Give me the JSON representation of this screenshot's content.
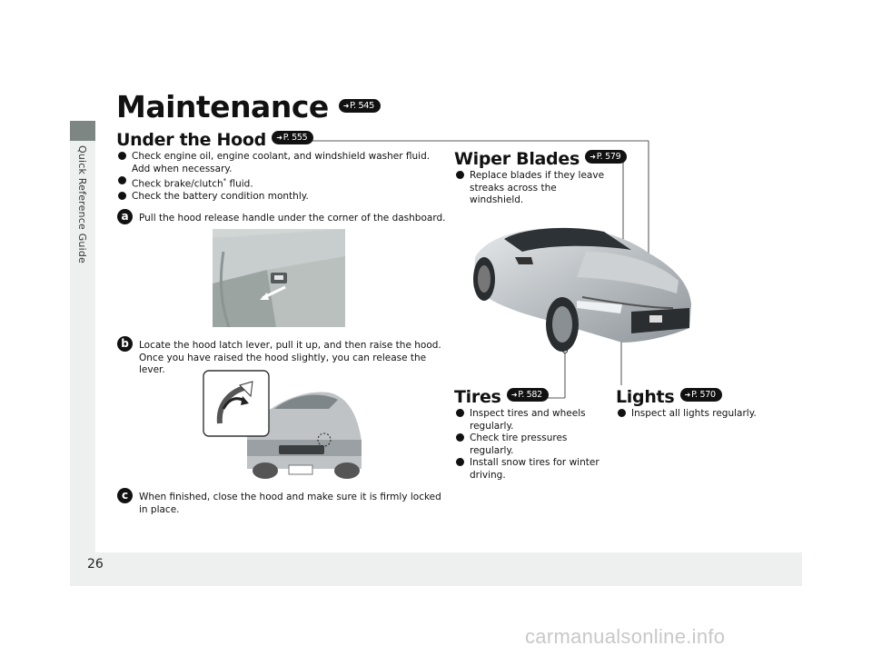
{
  "sidebar": {
    "label": "Quick Reference Guide"
  },
  "page_number": "26",
  "title": {
    "text": "Maintenance",
    "ref": "P. 545"
  },
  "under_hood": {
    "title": "Under the Hood",
    "ref": "P. 555",
    "bullets": [
      "Check engine oil, engine coolant, and windshield washer fluid. Add when necessary.",
      "Check brake/clutch",
      "Check the battery condition monthly."
    ],
    "brake_asterisk": "*",
    "brake_tail": " fluid.",
    "steps": [
      {
        "num": "a",
        "text": "Pull the hood release handle under the corner of the dashboard."
      },
      {
        "num": "b",
        "text": "Locate the hood latch lever, pull it up, and then raise the hood. Once you have raised the hood slightly, you can release the lever."
      },
      {
        "num": "c",
        "text": "When finished, close the hood and make sure it is firmly locked in place."
      }
    ]
  },
  "wiper": {
    "title": "Wiper Blades",
    "ref": "P. 579",
    "bullets": [
      "Replace blades if they leave streaks across the windshield."
    ]
  },
  "tires": {
    "title": "Tires",
    "ref": "P. 582",
    "bullets": [
      "Inspect tires and wheels regularly.",
      "Check tire pressures regularly.",
      "Install snow tires for winter driving."
    ]
  },
  "lights": {
    "title": "Lights",
    "ref": "P. 570",
    "bullets": [
      "Inspect all lights regularly."
    ]
  },
  "watermark": "carmanualsonline.info"
}
